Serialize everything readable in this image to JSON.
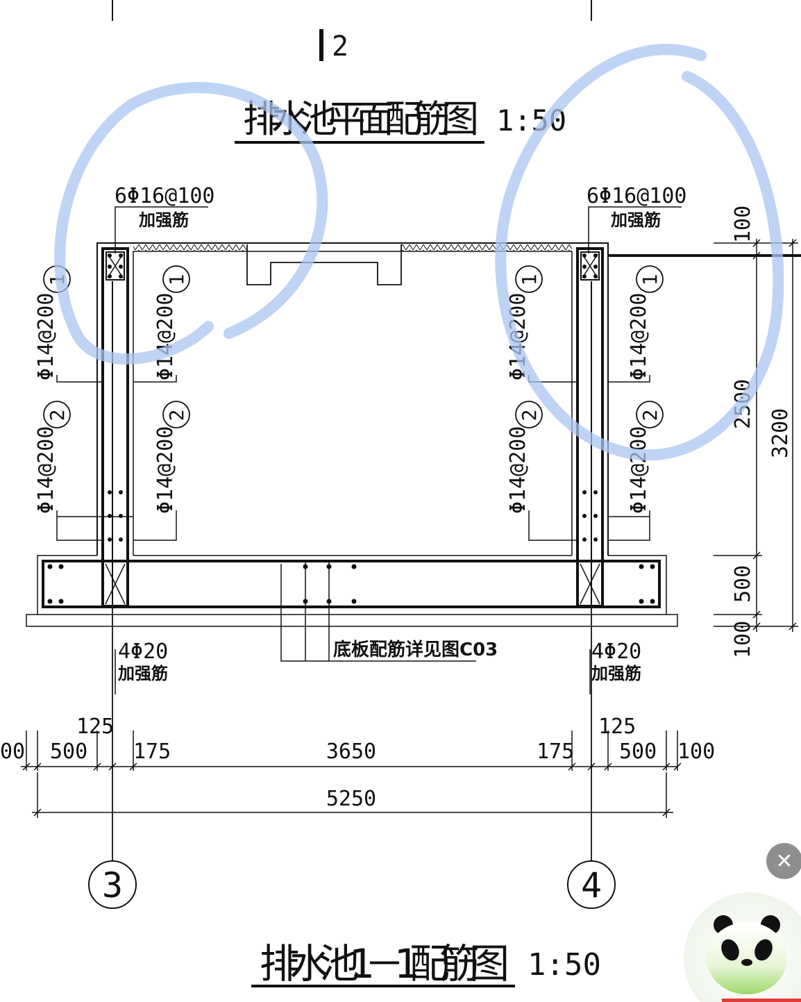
{
  "drawing": {
    "top_axis_mark": "2",
    "plan_title": "排水池平面配筋图",
    "plan_scale": "1:50",
    "section_title": "排水池1－1配筋图",
    "section_scale": "1:50",
    "top_rebar_left": {
      "spec": "6Φ16@100",
      "note": "加强筋"
    },
    "top_rebar_right": {
      "spec": "6Φ16@100",
      "note": "加强筋"
    },
    "bottom_rebar_left": {
      "spec": "4Φ20",
      "note": "加强筋"
    },
    "bottom_rebar_right": {
      "spec": "4Φ20",
      "note": "加强筋"
    },
    "wall_rebar_label": "Φ14@200",
    "rebar_marks": [
      "1",
      "2"
    ],
    "slab_note": "底板配筋详见图C03",
    "horizontal_dims": [
      "00",
      "500",
      "125",
      "175",
      "3650",
      "175",
      "125",
      "500",
      "100"
    ],
    "total_width": "5250",
    "vertical_dims": [
      "100",
      "2500",
      "500",
      "100"
    ],
    "total_height": "3200",
    "axis_left": "3",
    "axis_right": "4"
  },
  "overlay": {
    "close_icon": "✕",
    "highlight_color": "#a9c4f0"
  }
}
